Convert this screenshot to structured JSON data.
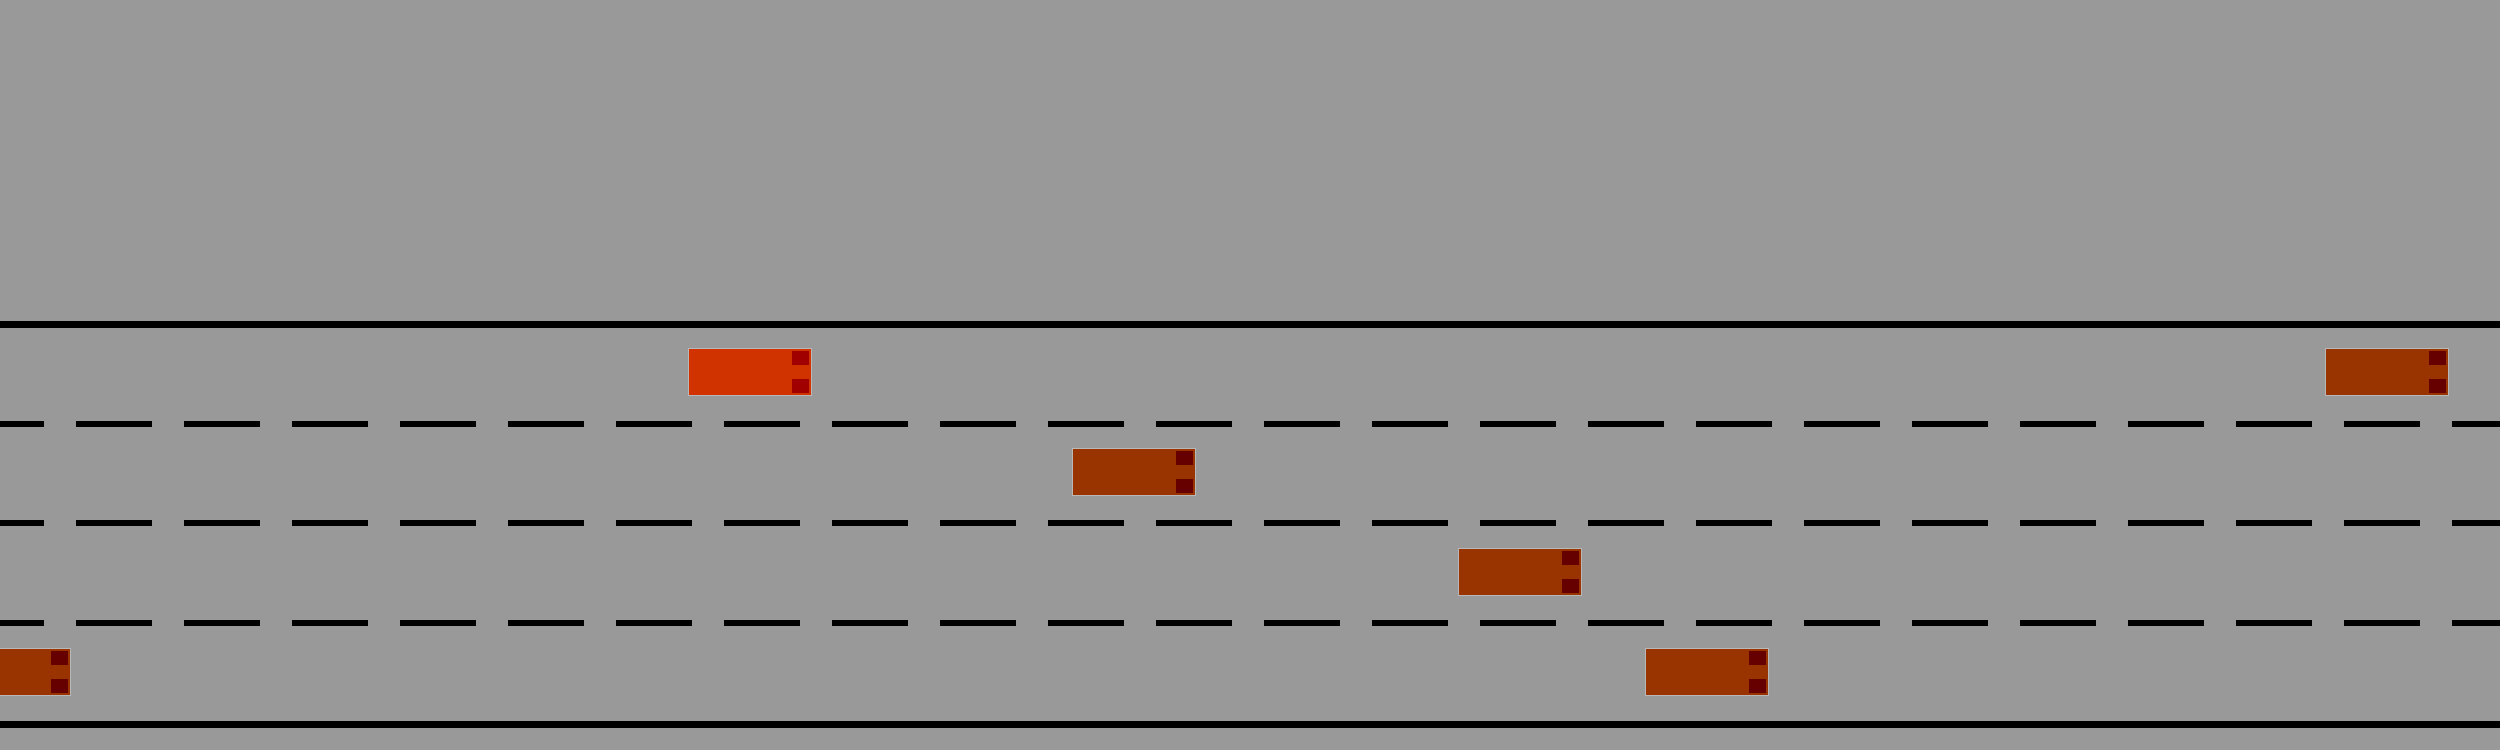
{
  "scene": {
    "lanes": 4,
    "colors": {
      "background": "#999999",
      "road_line": "#000000",
      "ego_vehicle": "#d13300",
      "ego_lights": "#a00000",
      "other_vehicle": "#993300",
      "other_lights": "#660000"
    },
    "vehicles": [
      {
        "role": "ego",
        "lane": 1
      },
      {
        "role": "other",
        "lane": 1
      },
      {
        "role": "other",
        "lane": 2
      },
      {
        "role": "other",
        "lane": 3
      },
      {
        "role": "other",
        "lane": 4
      },
      {
        "role": "other",
        "lane": 4
      }
    ]
  }
}
